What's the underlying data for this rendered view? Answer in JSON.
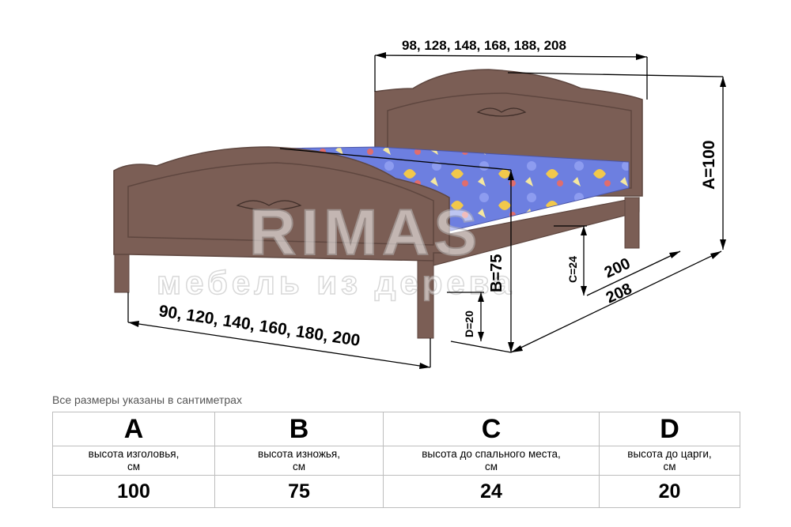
{
  "diagram": {
    "headboard_widths": "98, 128, 148, 168, 188, 208",
    "footboard_widths": "90, 120, 140, 160, 180, 200",
    "length_inner": "200",
    "length_outer": "208",
    "label_a": "A=100",
    "label_b": "B=75",
    "label_c": "C=24",
    "label_d": "D=20",
    "watermark_brand": "RIMAS",
    "watermark_tagline": "мебель из дерева",
    "colors": {
      "wood": "#7b5e55",
      "wood_dark": "#5e463f",
      "mattress": "#6d7fe0",
      "line": "#000000"
    }
  },
  "note": "Все размеры указаны в сантиметрах",
  "table": {
    "columns": [
      {
        "letter": "A",
        "desc": "высота изголовья,",
        "unit": "см",
        "value": "100"
      },
      {
        "letter": "B",
        "desc": "высота изножья,",
        "unit": "см",
        "value": "75"
      },
      {
        "letter": "C",
        "desc": "высота до спального места,",
        "unit": "см",
        "value": "24"
      },
      {
        "letter": "D",
        "desc": "высота до царги,",
        "unit": "см",
        "value": "20"
      }
    ]
  }
}
